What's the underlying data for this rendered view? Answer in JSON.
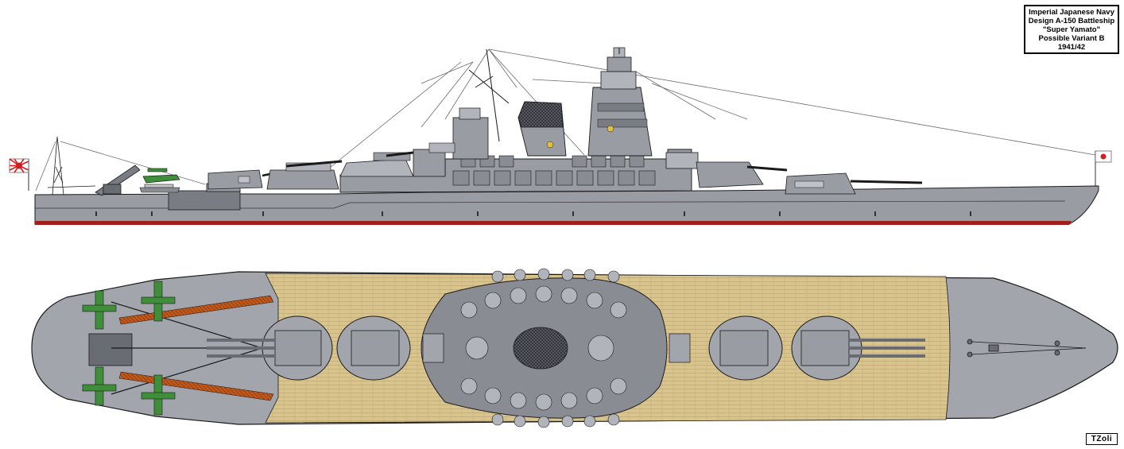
{
  "title_block": {
    "line1": "Imperial Japanese Navy",
    "line2": "Design A-150 Battleship",
    "line3": "\"Super Yamato\"",
    "line4": "Possible Variant B",
    "line5": "1941/42"
  },
  "signature": "TZoli",
  "colors": {
    "hull_grey": "#9a9ca4",
    "hull_dark": "#5f6168",
    "boot_topping": "#a01e1e",
    "teak_deck": "#d9c48e",
    "deck_grey": "#a3a5ad",
    "walkway_orange": "#c0581c",
    "aircraft_green": "#3f8f3a",
    "outline": "#1a1a1a"
  },
  "icons": {
    "stern_flag": "rising-sun-ensign-icon",
    "bow_flag": "hinomaru-jack-icon",
    "aircraft": "floatplane-icon",
    "turret": "main-gun-turret-icon"
  }
}
